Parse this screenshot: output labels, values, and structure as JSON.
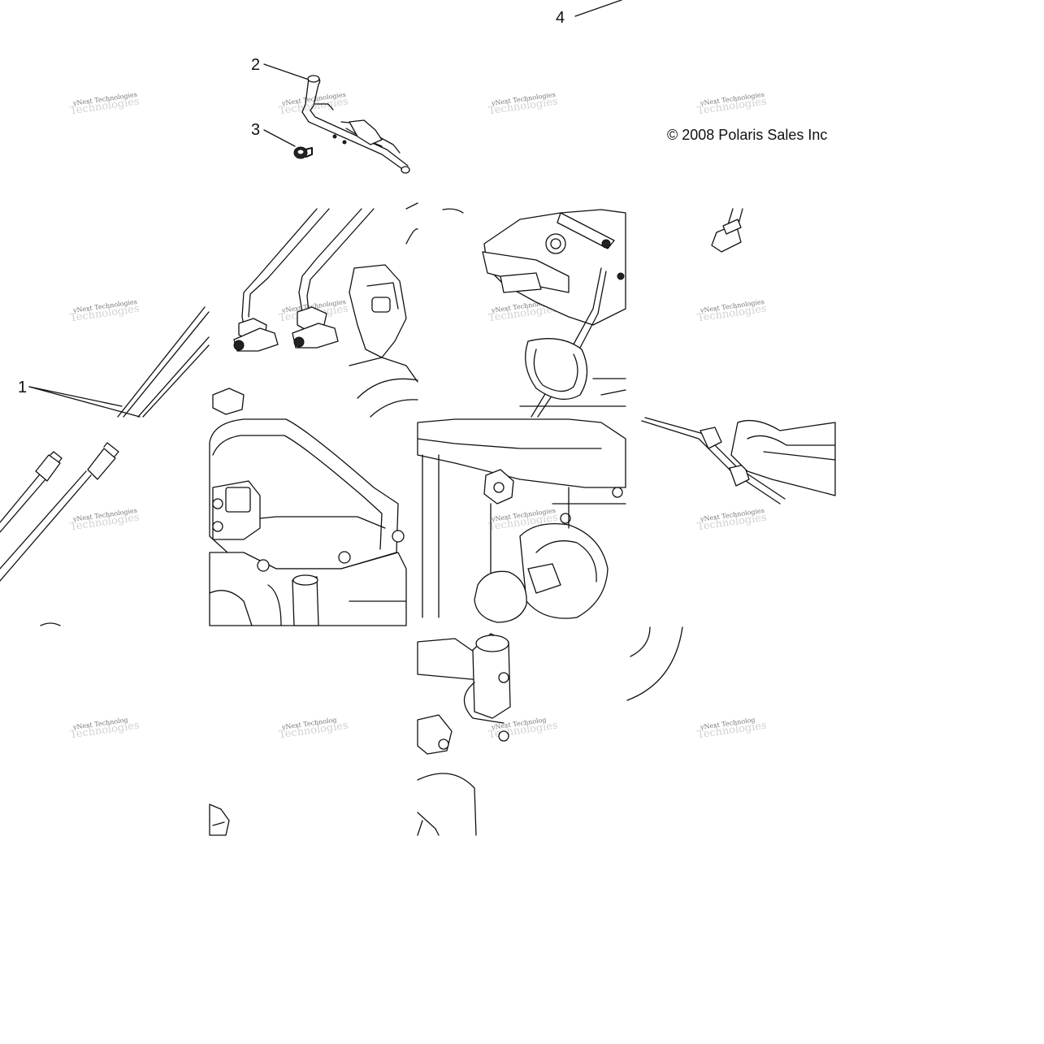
{
  "diagram": {
    "callouts": [
      {
        "id": "1",
        "label": "1"
      },
      {
        "id": "2",
        "label": "2"
      },
      {
        "id": "3",
        "label": "3"
      },
      {
        "id": "4",
        "label": "4"
      }
    ],
    "copyright": "© 2008 Polaris Sales Inc",
    "watermark": {
      "line1": "vNext Technologies",
      "line2": "Technologies",
      "line1_short": "vNext Technolog"
    }
  }
}
